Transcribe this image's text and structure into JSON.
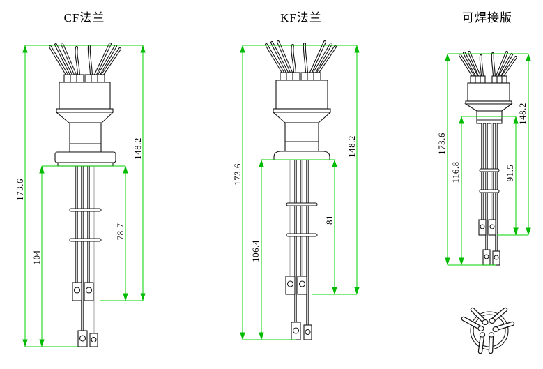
{
  "page": {
    "background": "#ffffff"
  },
  "colors": {
    "dimension_line": "#00d500",
    "drawing_line": "#141414",
    "text": "#000000"
  },
  "figures": [
    {
      "title": "CF法兰",
      "dims": {
        "left_outer": "173.6",
        "left_inner": "104",
        "right_outer": "148.2",
        "right_inner": "78.7"
      }
    },
    {
      "title": "KF法兰",
      "dims": {
        "left_outer": "173.6",
        "left_inner": "106.4",
        "right_outer": "148.2",
        "right_inner": "81"
      }
    },
    {
      "title": "可焊接版",
      "dims": {
        "left_outer": "173.6",
        "left_inner": "116.8",
        "right_outer": "148.2",
        "right_inner": "91.5"
      }
    }
  ]
}
